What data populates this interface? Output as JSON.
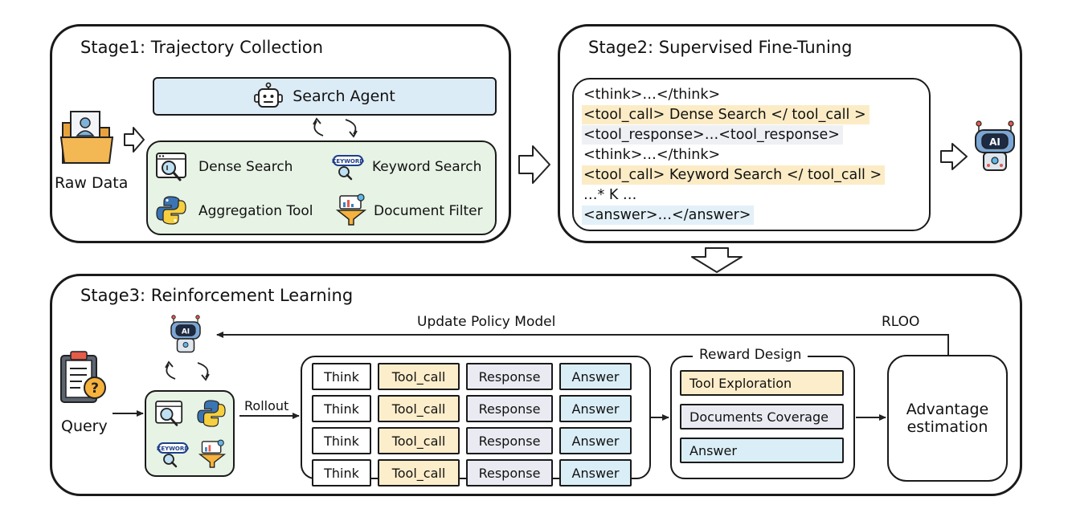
{
  "stage1": {
    "title": "Stage1: Trajectory Collection",
    "raw_data": "Raw Data",
    "search_agent": "Search Agent",
    "tools": [
      "Dense Search",
      "Keyword Search",
      "Aggregation Tool",
      "Document Filter"
    ],
    "keyword_badge": "KEYWORD"
  },
  "stage2": {
    "title": "Stage2: Supervised Fine-Tuning",
    "lines": [
      {
        "text": "<think>…</think>",
        "style": "plain"
      },
      {
        "text": "<tool_call> Dense Search  </ tool_call >",
        "style": "yellow"
      },
      {
        "text": "<tool_response>…<tool_response>",
        "style": "gray"
      },
      {
        "text": "<think>…</think>",
        "style": "plain"
      },
      {
        "text": "<tool_call> Keyword Search </ tool_call >",
        "style": "yellow"
      },
      {
        "text": "…* K …",
        "style": "plain"
      },
      {
        "text": "<answer>…</answer>",
        "style": "blue"
      }
    ],
    "ai_badge": "AI"
  },
  "stage3": {
    "title": "Stage3: Reinforcement Learning",
    "query": "Query",
    "rollout": "Rollout",
    "update_policy": "Update Policy Model",
    "rloo": "RLOO",
    "ai_badge": "AI",
    "keyword_badge": "KEYWORD",
    "rollout_rows": [
      [
        "Think",
        "Tool_call",
        "Response",
        "Answer"
      ],
      [
        "Think",
        "Tool_call",
        "Response",
        "Answer"
      ],
      [
        "Think",
        "Tool_call",
        "Response",
        "Answer"
      ],
      [
        "Think",
        "Tool_call",
        "Response",
        "Answer"
      ]
    ],
    "reward_title": "Reward Design",
    "reward_items": [
      "Tool Exploration",
      "Documents Coverage",
      "Answer"
    ],
    "advantage": [
      "Advantage",
      "estimation"
    ]
  },
  "colors": {
    "agent_blue": "#dcecf6",
    "tools_green": "#e7f3e4",
    "tool_yellow": "#fdeecb",
    "response_gray": "#e9eaf2",
    "answer_blue": "#daeef7"
  }
}
